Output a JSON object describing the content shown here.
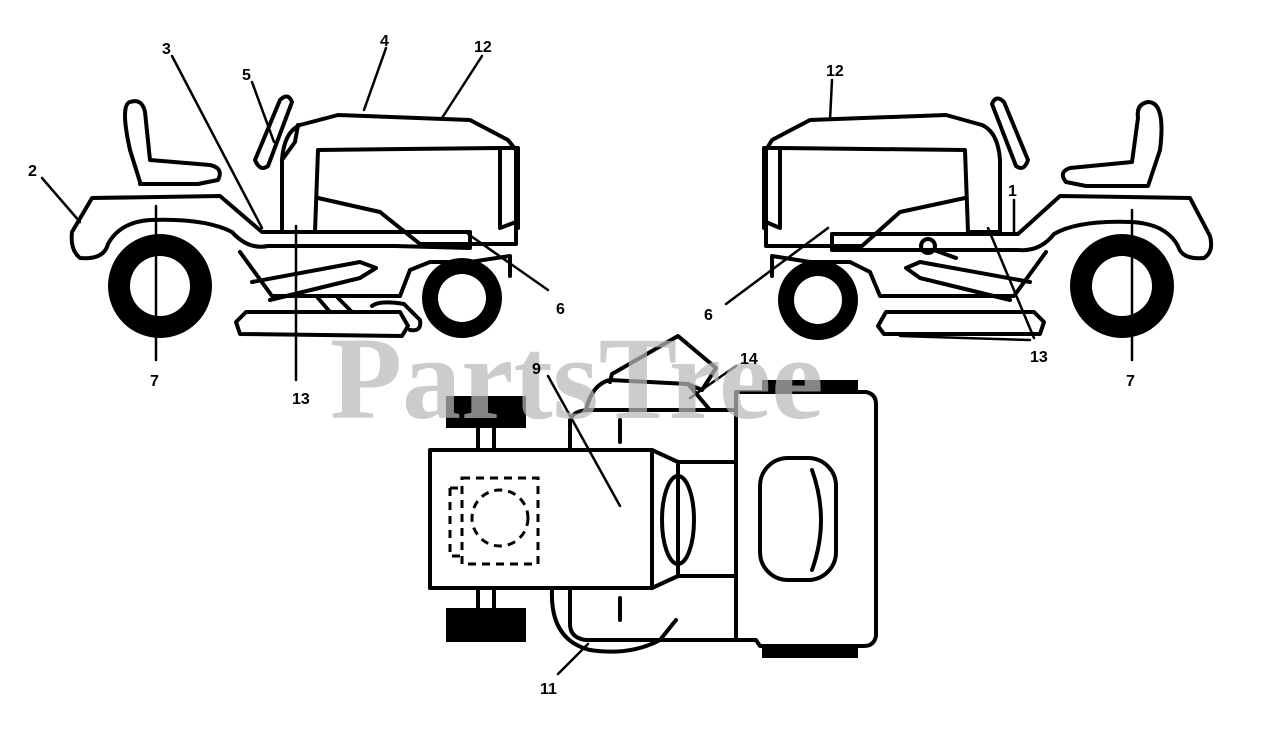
{
  "watermark": "PartsTree",
  "callouts": {
    "c1": "1",
    "c2": "2",
    "c3": "3",
    "c4": "4",
    "c5": "5",
    "c6_left": "6",
    "c6_right": "6",
    "c7_left": "7",
    "c7_right": "7",
    "c9": "9",
    "c11": "11",
    "c12_left": "12",
    "c12_right": "12",
    "c13_left": "13",
    "c13_right": "13",
    "c14": "14"
  }
}
